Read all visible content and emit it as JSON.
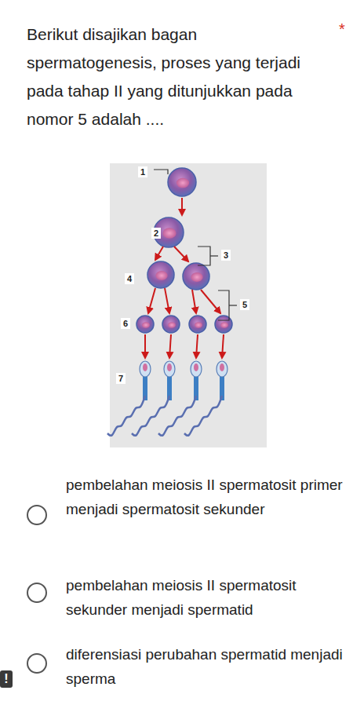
{
  "diagram": {
    "title": "Berikut disajikan bagan spermatogenesis, proses yang terjadi pada tahap II yang ditunjukkan pada nomor 5 adalah ....",
    "nodes": [
      {
        "text": [
          "!"
        ]
      }
    ],
    "labels": [
      "*",
      "1",
      "2",
      "3",
      "4",
      "5",
      "6",
      "7",
      "pembelahan meiosis II spermatosit primer menjadi spermatosit sekunder",
      "pembelahan meiosis II spermatosit sekunder menjadi spermatid",
      "diferensiasi perubahan spermatid menjadi sperma"
    ]
  }
}
